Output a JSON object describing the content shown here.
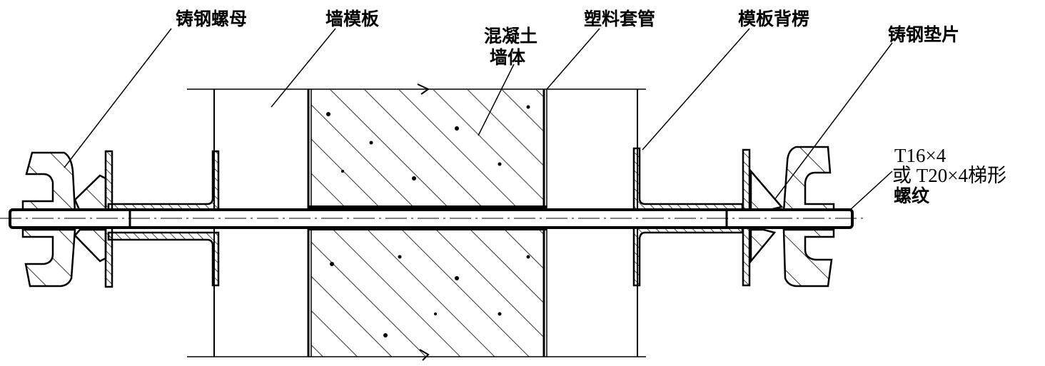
{
  "title": "穿墙螺栓模板节点",
  "labels": {
    "cast_nut": "铸钢螺母",
    "wall_formwork": "墙模板",
    "concrete_line1": "混凝土",
    "concrete_line2": "墙体",
    "plastic_sleeve": "塑料套管",
    "formwork_backing": "模板背楞",
    "cast_washer": "铸钢垫片",
    "thread_line1": "T16×4",
    "thread_line2": "或 T20×4梯形",
    "thread_line3": "螺纹"
  },
  "colors": {
    "ink": "#000000",
    "paper": "#ffffff"
  }
}
